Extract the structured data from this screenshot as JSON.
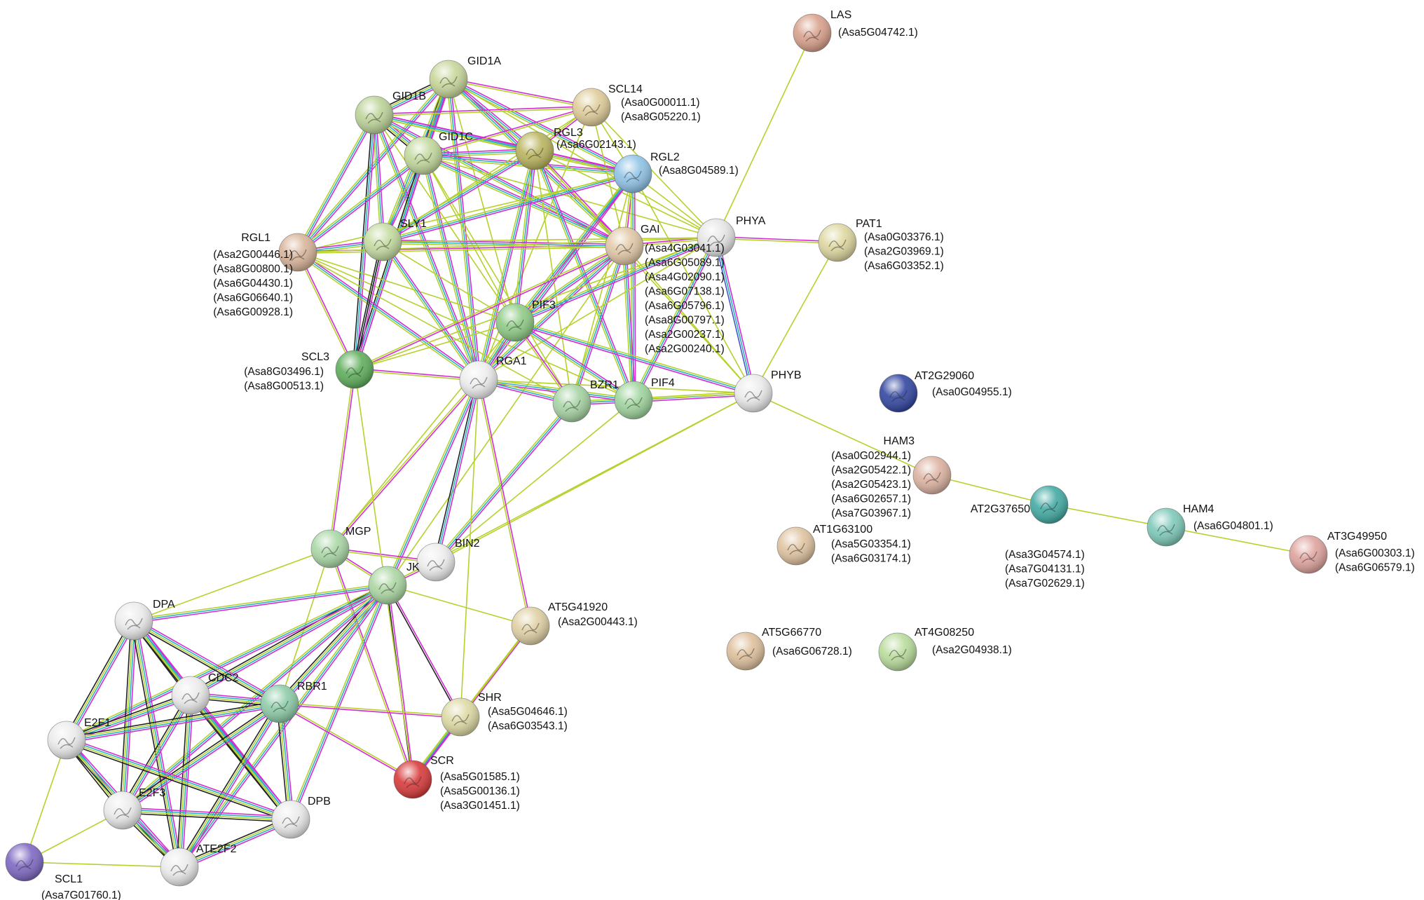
{
  "diagram": {
    "type": "protein-interaction-network",
    "nodes": [
      {
        "id": "LAS",
        "label": "LAS",
        "color": "#d9a08c",
        "annotations": [
          "(Asa5G04742.1)"
        ]
      },
      {
        "id": "GID1A",
        "label": "GID1A",
        "color": "#c8d69a",
        "annotations": []
      },
      {
        "id": "GID1B",
        "label": "GID1B",
        "color": "#bcd398",
        "annotations": []
      },
      {
        "id": "SCL14",
        "label": "SCL14",
        "color": "#e0cc9a",
        "annotations": [
          "(Asa0G00011.1)",
          "(Asa8G05220.1)"
        ]
      },
      {
        "id": "GID1C",
        "label": "GID1C",
        "color": "#c2d89c",
        "annotations": []
      },
      {
        "id": "RGL3",
        "label": "RGL3",
        "color": "#b9b45e",
        "annotations": [
          "(Asa6G02143.1)"
        ]
      },
      {
        "id": "RGL2",
        "label": "RGL2",
        "color": "#8fc3e6",
        "annotations": [
          "(Asa8G04589.1)"
        ]
      },
      {
        "id": "PHYA",
        "label": "PHYA",
        "color": "#e6e6e6",
        "annotations": []
      },
      {
        "id": "PAT1",
        "label": "PAT1",
        "color": "#ded7a0",
        "annotations": [
          "(Asa0G03376.1)",
          "(Asa2G03969.1)",
          "(Asa6G03352.1)"
        ]
      },
      {
        "id": "RGL1",
        "label": "RGL1",
        "color": "#d8b49a",
        "annotations": [
          "(Asa2G00446.1)",
          "(Asa8G00800.1)",
          "(Asa6G04430.1)",
          "(Asa6G06640.1)",
          "(Asa6G00928.1)"
        ]
      },
      {
        "id": "SLY1",
        "label": "SLY1",
        "color": "#c4dba0",
        "annotations": []
      },
      {
        "id": "GAI",
        "label": "GAI",
        "color": "#e1c7a6",
        "annotations": [
          "(Asa4G03041.1)",
          "(Asa6G05089.1)",
          "(Asa4G02090.1)",
          "(Asa6G07138.1)",
          "(Asa6G05796.1)",
          "(Asa8G00797.1)",
          "(Asa2G00237.1)",
          "(Asa2G00240.1)"
        ]
      },
      {
        "id": "PIF3",
        "label": "PIF3",
        "color": "#8fcb86",
        "annotations": []
      },
      {
        "id": "SCL3",
        "label": "SCL3",
        "color": "#5fae5c",
        "annotations": [
          "(Asa8G03496.1)",
          "(Asa8G00513.1)"
        ]
      },
      {
        "id": "RGA1",
        "label": "RGA1",
        "color": "#ededed",
        "annotations": []
      },
      {
        "id": "BZR1",
        "label": "BZR1",
        "color": "#a6d3a3",
        "annotations": []
      },
      {
        "id": "PIF4",
        "label": "PIF4",
        "color": "#9fd49d",
        "annotations": []
      },
      {
        "id": "PHYB",
        "label": "PHYB",
        "color": "#ebebeb",
        "annotations": []
      },
      {
        "id": "AT2G29060",
        "label": "AT2G29060",
        "color": "#3246a0",
        "annotations": [
          "(Asa0G04955.1)"
        ]
      },
      {
        "id": "HAM3",
        "label": "HAM3",
        "color": "#ddb3a2",
        "annotations": [
          "(Asa0G02944.1)",
          "(Asa2G05422.1)",
          "(Asa2G05423.1)",
          "(Asa6G02657.1)",
          "(Asa7G03967.1)"
        ]
      },
      {
        "id": "AT2G37650",
        "label": "AT2G37650",
        "color": "#43aaa3",
        "annotations": [
          "(Asa3G04574.1)",
          "(Asa7G04131.1)",
          "(Asa7G02629.1)"
        ]
      },
      {
        "id": "HAM4",
        "label": "HAM4",
        "color": "#7ec9ba",
        "annotations": [
          "(Asa6G04801.1)"
        ]
      },
      {
        "id": "AT3G49950",
        "label": "AT3G49950",
        "color": "#dfa39e",
        "annotations": [
          "(Asa6G00303.1)",
          "(Asa6G06579.1)"
        ]
      },
      {
        "id": "AT1G63100",
        "label": "AT1G63100",
        "color": "#dfc3a0",
        "annotations": [
          "(Asa5G03354.1)",
          "(Asa6G03174.1)"
        ]
      },
      {
        "id": "MGP",
        "label": "MGP",
        "color": "#a9d7a5",
        "annotations": []
      },
      {
        "id": "BIN2",
        "label": "BIN2",
        "color": "#ededed",
        "annotations": []
      },
      {
        "id": "JKD",
        "label": "JK",
        "color": "#acd7a3",
        "annotations": []
      },
      {
        "id": "AT5G41920",
        "label": "AT5G41920",
        "color": "#dfd0a4",
        "annotations": [
          "(Asa2G00443.1)"
        ]
      },
      {
        "id": "DPA",
        "label": "DPA",
        "color": "#ebebeb",
        "annotations": []
      },
      {
        "id": "CDC2",
        "label": "CDC2",
        "color": "#ebebeb",
        "annotations": []
      },
      {
        "id": "RBR1",
        "label": "RBR1",
        "color": "#8ecca9",
        "annotations": []
      },
      {
        "id": "AT5G66770",
        "label": "AT5G66770",
        "color": "#dec09c",
        "annotations": [
          "(Asa6G06728.1)"
        ]
      },
      {
        "id": "AT4G08250",
        "label": "AT4G08250",
        "color": "#b9dc9c",
        "annotations": [
          "(Asa2G04938.1)"
        ]
      },
      {
        "id": "E2F1",
        "label": "E2F1",
        "color": "#ebebeb",
        "annotations": []
      },
      {
        "id": "SHR",
        "label": "SHR",
        "color": "#ddd9a4",
        "annotations": [
          "(Asa5G04646.1)",
          "(Asa6G03543.1)"
        ]
      },
      {
        "id": "SCR",
        "label": "SCR",
        "color": "#d83a3a",
        "annotations": [
          "(Asa5G01585.1)",
          "(Asa5G00136.1)",
          "(Asa3G01451.1)"
        ]
      },
      {
        "id": "E2F3",
        "label": "E2F3",
        "color": "#ebebeb",
        "annotations": []
      },
      {
        "id": "DPB",
        "label": "DPB",
        "color": "#ebebeb",
        "annotations": []
      },
      {
        "id": "SCL1",
        "label": "SCL1",
        "color": "#7e68c2",
        "annotations": [
          "(Asa7G01760.1)"
        ]
      },
      {
        "id": "ATE2F2",
        "label": "ATE2F2",
        "color": "#ebebeb",
        "annotations": []
      }
    ],
    "edges": [
      [
        "LAS",
        "PHYA",
        "y"
      ],
      [
        "PAT1",
        "PHYA",
        "ym"
      ],
      [
        "PAT1",
        "PHYB",
        "y"
      ],
      [
        "PHYB",
        "HAM3",
        "y"
      ],
      [
        "HAM3",
        "AT2G37650",
        "y"
      ],
      [
        "AT2G37650",
        "HAM4",
        "y"
      ],
      [
        "HAM4",
        "AT3G49950",
        "y"
      ],
      [
        "GID1A",
        "GID1B",
        "mcyk"
      ],
      [
        "GID1A",
        "GID1C",
        "mcyk"
      ],
      [
        "GID1B",
        "GID1C",
        "mcyk"
      ],
      [
        "GID1A",
        "SCL14",
        "my"
      ],
      [
        "GID1A",
        "RGL3",
        "mcy"
      ],
      [
        "GID1A",
        "RGL2",
        "mcy"
      ],
      [
        "GID1A",
        "GAI",
        "mcy"
      ],
      [
        "GID1A",
        "RGL1",
        "mcy"
      ],
      [
        "GID1A",
        "SLY1",
        "mcy"
      ],
      [
        "GID1A",
        "RGA1",
        "mcy"
      ],
      [
        "GID1A",
        "SCL3",
        "mcy"
      ],
      [
        "GID1A",
        "PIF3",
        "y"
      ],
      [
        "GID1A",
        "PHYA",
        "y"
      ],
      [
        "GID1B",
        "SCL14",
        "my"
      ],
      [
        "GID1B",
        "RGL3",
        "mcy"
      ],
      [
        "GID1B",
        "RGL2",
        "mcy"
      ],
      [
        "GID1B",
        "GAI",
        "mcy"
      ],
      [
        "GID1B",
        "RGL1",
        "mcy"
      ],
      [
        "GID1B",
        "SLY1",
        "mcy"
      ],
      [
        "GID1B",
        "RGA1",
        "mcy"
      ],
      [
        "GID1B",
        "SCL3",
        "mck"
      ],
      [
        "GID1B",
        "PIF3",
        "y"
      ],
      [
        "GID1C",
        "SCL14",
        "my"
      ],
      [
        "GID1C",
        "RGL3",
        "mcy"
      ],
      [
        "GID1C",
        "RGL2",
        "mcy"
      ],
      [
        "GID1C",
        "GAI",
        "mcy"
      ],
      [
        "GID1C",
        "RGL1",
        "mcy"
      ],
      [
        "GID1C",
        "SLY1",
        "mcy"
      ],
      [
        "GID1C",
        "RGA1",
        "mcy"
      ],
      [
        "GID1C",
        "SCL3",
        "mck"
      ],
      [
        "GID1C",
        "PIF3",
        "y"
      ],
      [
        "GID1C",
        "BZR1",
        "y"
      ],
      [
        "GID1C",
        "PHYA",
        "y"
      ],
      [
        "SCL14",
        "RGL3",
        "my"
      ],
      [
        "SCL14",
        "RGL2",
        "y"
      ],
      [
        "SCL14",
        "GAI",
        "y"
      ],
      [
        "SCL14",
        "RGA1",
        "y"
      ],
      [
        "SCL14",
        "PHYA",
        "y"
      ],
      [
        "SCL14",
        "SLY1",
        "y"
      ],
      [
        "RGL3",
        "RGL2",
        "my"
      ],
      [
        "RGL3",
        "GAI",
        "my"
      ],
      [
        "RGL3",
        "SLY1",
        "mcy"
      ],
      [
        "RGL3",
        "RGA1",
        "mcy"
      ],
      [
        "RGL3",
        "PIF3",
        "mcy"
      ],
      [
        "RGL3",
        "PIF4",
        "mcy"
      ],
      [
        "RGL3",
        "BZR1",
        "y"
      ],
      [
        "RGL3",
        "PHYA",
        "y"
      ],
      [
        "RGL3",
        "PHYB",
        "y"
      ],
      [
        "RGL2",
        "GAI",
        "my"
      ],
      [
        "RGL2",
        "SLY1",
        "mcy"
      ],
      [
        "RGL2",
        "RGA1",
        "mcy"
      ],
      [
        "RGL2",
        "PIF3",
        "mcy"
      ],
      [
        "RGL2",
        "PIF4",
        "mcy"
      ],
      [
        "RGL2",
        "BZR1",
        "y"
      ],
      [
        "RGL2",
        "PHYA",
        "y"
      ],
      [
        "RGL2",
        "RGL1",
        "y"
      ],
      [
        "RGL2",
        "PHYB",
        "y"
      ],
      [
        "RGL1",
        "SLY1",
        "mcy"
      ],
      [
        "RGL1",
        "GAI",
        "my"
      ],
      [
        "RGL1",
        "RGA1",
        "mcy"
      ],
      [
        "RGL1",
        "SCL3",
        "my"
      ],
      [
        "RGL1",
        "PIF3",
        "y"
      ],
      [
        "RGL1",
        "PIF4",
        "y"
      ],
      [
        "RGL1",
        "BZR1",
        "y"
      ],
      [
        "SLY1",
        "GAI",
        "mcy"
      ],
      [
        "SLY1",
        "RGA1",
        "mcy"
      ],
      [
        "SLY1",
        "SCL3",
        "mck"
      ],
      [
        "SLY1",
        "PIF3",
        "y"
      ],
      [
        "SLY1",
        "PHYA",
        "y"
      ],
      [
        "GAI",
        "RGA1",
        "mcy"
      ],
      [
        "GAI",
        "PIF3",
        "mcy"
      ],
      [
        "GAI",
        "PIF4",
        "mcy"
      ],
      [
        "GAI",
        "BZR1",
        "mcy"
      ],
      [
        "GAI",
        "PHYA",
        "my"
      ],
      [
        "GAI",
        "PHYB",
        "y"
      ],
      [
        "GAI",
        "SCL3",
        "my"
      ],
      [
        "GAI",
        "JKD",
        "y"
      ],
      [
        "PHYA",
        "PHYB",
        "mcb"
      ],
      [
        "PHYA",
        "PIF3",
        "mcy"
      ],
      [
        "PHYA",
        "PIF4",
        "mcy"
      ],
      [
        "PHYA",
        "RGA1",
        "y"
      ],
      [
        "PHYA",
        "SCL3",
        "y"
      ],
      [
        "PHYA",
        "RGL1",
        "y"
      ],
      [
        "PHYB",
        "PIF3",
        "mcy"
      ],
      [
        "PHYB",
        "PIF4",
        "mcy"
      ],
      [
        "PHYB",
        "BZR1",
        "y"
      ],
      [
        "PHYB",
        "RGA1",
        "y"
      ],
      [
        "PHYB",
        "BIN2",
        "y"
      ],
      [
        "PHYB",
        "JKD",
        "y"
      ],
      [
        "PIF3",
        "PIF4",
        "mcy"
      ],
      [
        "PIF3",
        "BZR1",
        "my"
      ],
      [
        "PIF3",
        "RGA1",
        "mcy"
      ],
      [
        "PIF3",
        "SCL3",
        "y"
      ],
      [
        "PIF3",
        "MGP",
        "y"
      ],
      [
        "PIF4",
        "BZR1",
        "mcy"
      ],
      [
        "PIF4",
        "RGA1",
        "mcy"
      ],
      [
        "PIF4",
        "BIN2",
        "y"
      ],
      [
        "BZR1",
        "RGA1",
        "mcy"
      ],
      [
        "BZR1",
        "BIN2",
        "mcy"
      ],
      [
        "SCL3",
        "RGA1",
        "my"
      ],
      [
        "SCL3",
        "MGP",
        "my"
      ],
      [
        "SCL3",
        "SLY1",
        "k"
      ],
      [
        "RGA1",
        "MGP",
        "my"
      ],
      [
        "RGA1",
        "BIN2",
        "mck"
      ],
      [
        "RGA1",
        "JKD",
        "mcy"
      ],
      [
        "RGA1",
        "AT5G41920",
        "my"
      ],
      [
        "RGA1",
        "SHR",
        "y"
      ],
      [
        "MGP",
        "JKD",
        "my"
      ],
      [
        "MGP",
        "BIN2",
        "my"
      ],
      [
        "MGP",
        "SCR",
        "my"
      ],
      [
        "MGP",
        "DPA",
        "y"
      ],
      [
        "MGP",
        "RBR1",
        "y"
      ],
      [
        "BIN2",
        "JKD",
        "my"
      ],
      [
        "JKD",
        "SCR",
        "mk"
      ],
      [
        "JKD",
        "SHR",
        "mk"
      ],
      [
        "JKD",
        "AT5G41920",
        "y"
      ],
      [
        "JKD",
        "RBR1",
        "mcyk"
      ],
      [
        "JKD",
        "CDC2",
        "mcyk"
      ],
      [
        "JKD",
        "DPA",
        "mcy"
      ],
      [
        "JKD",
        "E2F1",
        "mcy"
      ],
      [
        "JKD",
        "E2F3",
        "mcy"
      ],
      [
        "JKD",
        "DPB",
        "mcy"
      ],
      [
        "JKD",
        "ATE2F2",
        "mcy"
      ],
      [
        "AT5G41920",
        "SCR",
        "my"
      ],
      [
        "AT5G41920",
        "SHR",
        "y"
      ],
      [
        "SHR",
        "SCR",
        "mcy"
      ],
      [
        "SHR",
        "RBR1",
        "my"
      ],
      [
        "SCR",
        "RBR1",
        "my"
      ],
      [
        "SCR",
        "SCL3",
        "y"
      ],
      [
        "DPA",
        "CDC2",
        "mcyk"
      ],
      [
        "DPA",
        "RBR1",
        "mcyk"
      ],
      [
        "DPA",
        "E2F1",
        "mcyk"
      ],
      [
        "DPA",
        "E2F3",
        "mcyk"
      ],
      [
        "DPA",
        "DPB",
        "mcyk"
      ],
      [
        "DPA",
        "ATE2F2",
        "mcyk"
      ],
      [
        "CDC2",
        "RBR1",
        "mcyk"
      ],
      [
        "CDC2",
        "E2F1",
        "mcyk"
      ],
      [
        "CDC2",
        "E2F3",
        "mcyk"
      ],
      [
        "CDC2",
        "DPB",
        "mcyk"
      ],
      [
        "CDC2",
        "ATE2F2",
        "mcyk"
      ],
      [
        "RBR1",
        "E2F1",
        "mcyk"
      ],
      [
        "RBR1",
        "E2F3",
        "mcyk"
      ],
      [
        "RBR1",
        "DPB",
        "mcyk"
      ],
      [
        "RBR1",
        "ATE2F2",
        "mcyk"
      ],
      [
        "E2F1",
        "E2F3",
        "mcyk"
      ],
      [
        "E2F1",
        "DPB",
        "mcyk"
      ],
      [
        "E2F1",
        "ATE2F2",
        "mcyk"
      ],
      [
        "E2F1",
        "SCL1",
        "y"
      ],
      [
        "E2F3",
        "DPB",
        "mcyk"
      ],
      [
        "E2F3",
        "ATE2F2",
        "mcyk"
      ],
      [
        "E2F3",
        "SCL1",
        "y"
      ],
      [
        "DPB",
        "ATE2F2",
        "mcyk"
      ],
      [
        "SCL1",
        "ATE2F2",
        "y"
      ]
    ],
    "edge_colors": {
      "m": "#d42bd4",
      "c": "#27b3c4",
      "y": "#b6d12c",
      "k": "#222222",
      "b": "#4a54c8"
    }
  }
}
